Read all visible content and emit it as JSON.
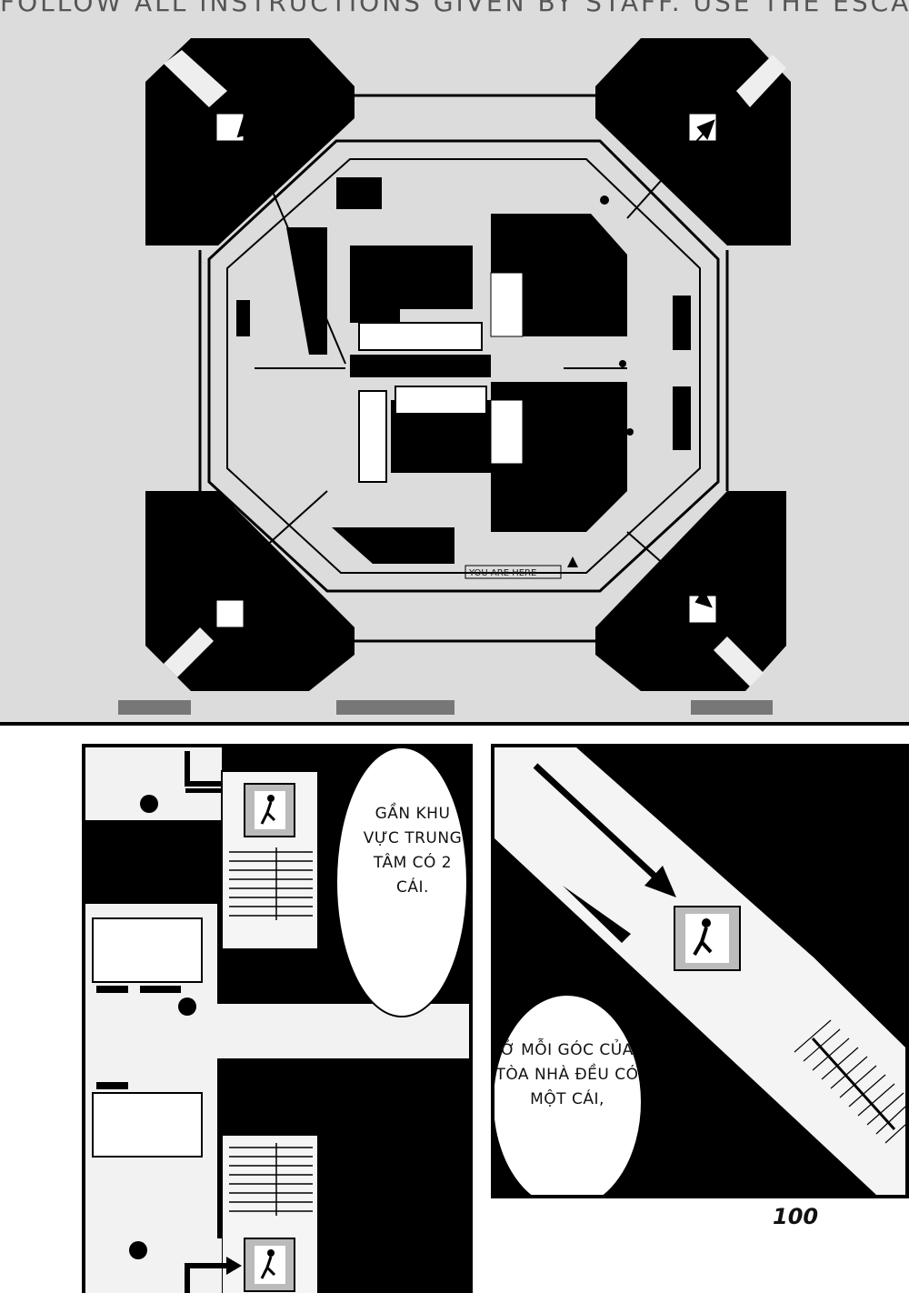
{
  "top_panel": {
    "banner_text": "FOLLOW ALL INSTRUCTIONS GIVEN BY STAFF. USE THE ESCAPE STAIRS",
    "you_are_here": "YOU ARE HERE"
  },
  "bubbles": {
    "left": "GẦN KHU VỰC TRUNG TÂM CÓ 2 CÁI.",
    "right": "Ở MỖI GÓC CỦA TÒA NHÀ ĐỀU CÓ MỘT CÁI,"
  },
  "page_number": "100",
  "icons": [
    "emergency-exit-icon",
    "direction-arrow-icon",
    "you-are-here-marker-icon"
  ]
}
